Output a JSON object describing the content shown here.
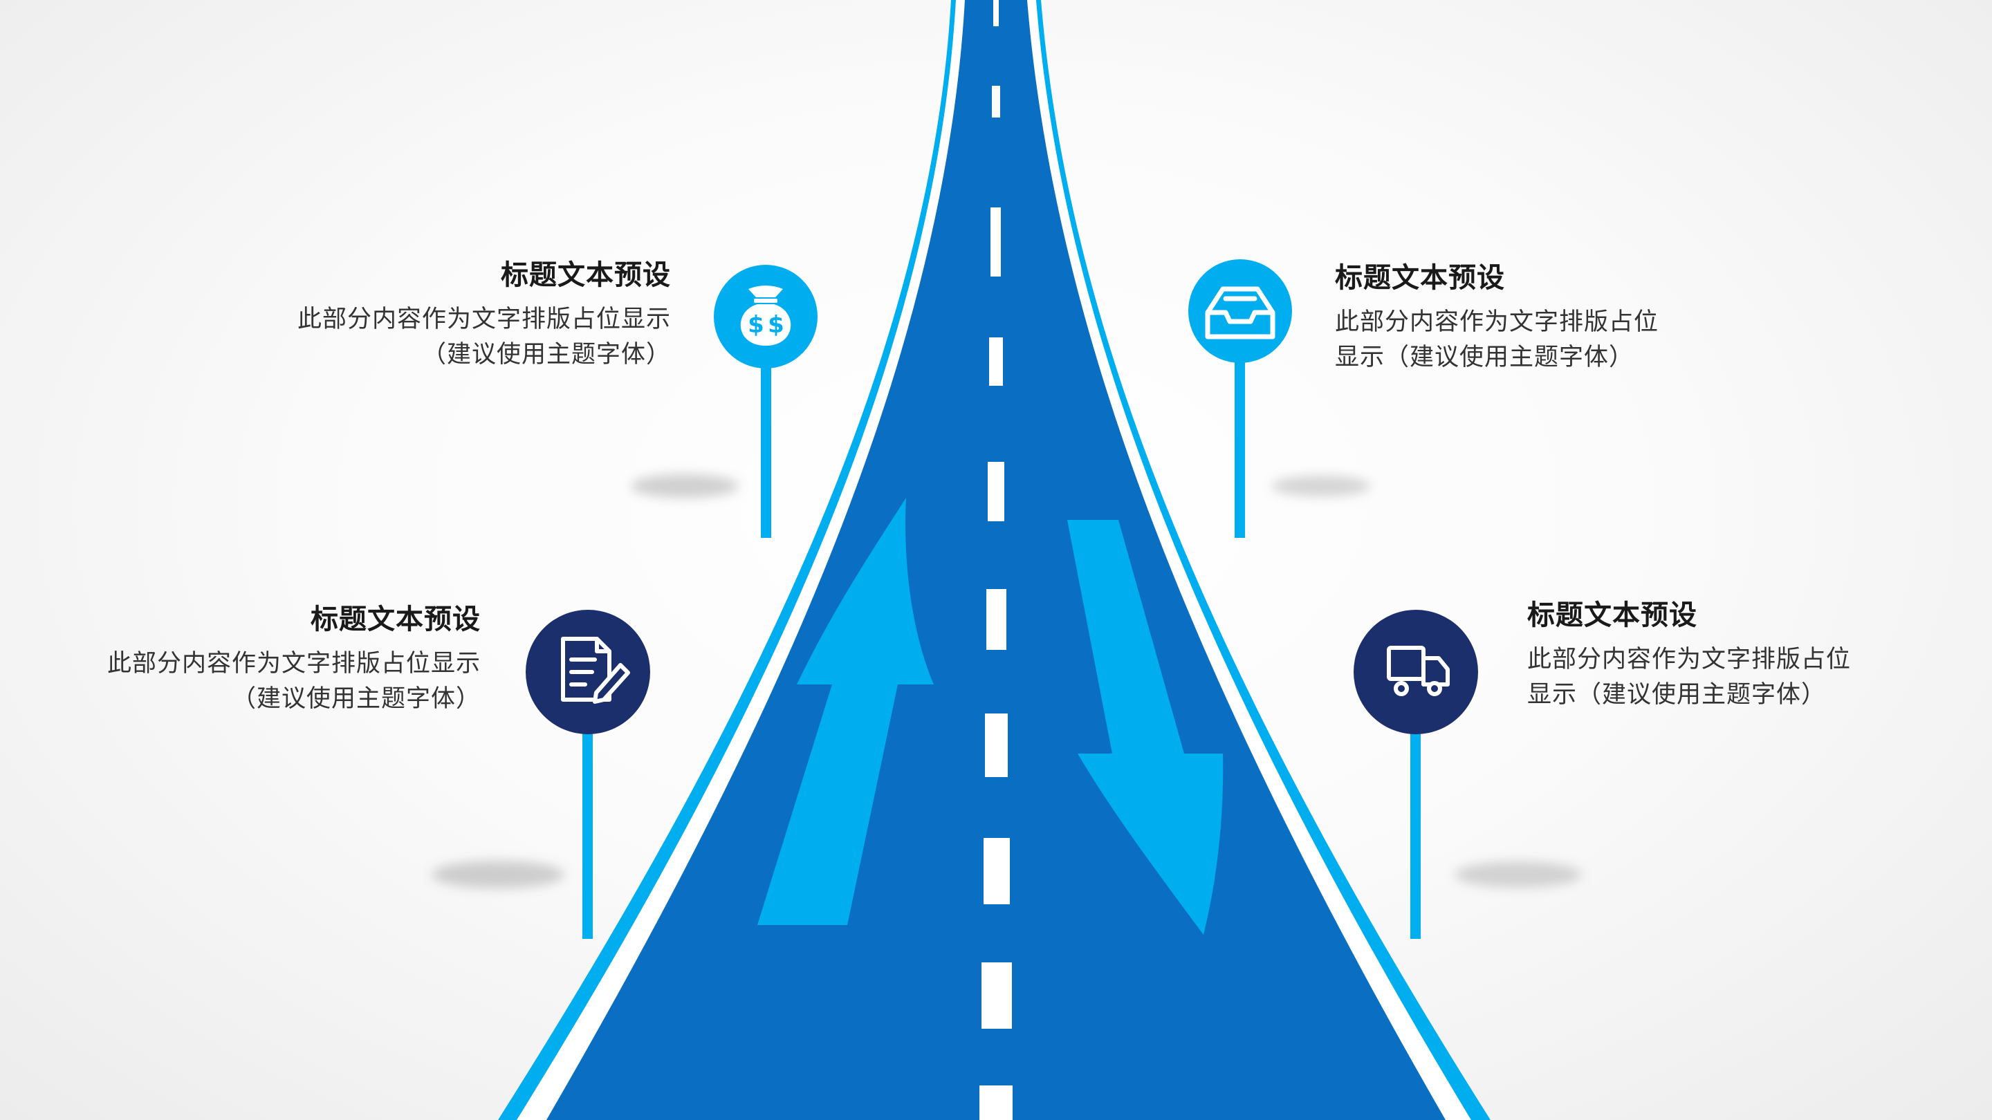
{
  "colors": {
    "road": "#0a6fc2",
    "road_edge": "#00aeef",
    "arrow": "#00aeef",
    "marker_light": "#00aeef",
    "marker_dark": "#1c2f6d",
    "icon": "#ffffff",
    "lane_line": "#ffffff"
  },
  "markers": [
    {
      "icon": "money-bag-icon",
      "style": "light",
      "title": "标题文本预设",
      "description": "此部分内容作为文字排版占位显示（建议使用主题字体）"
    },
    {
      "icon": "document-edit-icon",
      "style": "dark",
      "title": "标题文本预设",
      "description": "此部分内容作为文字排版占位显示（建议使用主题字体）"
    },
    {
      "icon": "inbox-tray-icon",
      "style": "light",
      "title": "标题文本预设",
      "description": "此部分内容作为文字排版占位显示（建议使用主题字体）"
    },
    {
      "icon": "delivery-truck-icon",
      "style": "dark",
      "title": "标题文本预设",
      "description": "此部分内容作为文字排版占位显示（建议使用主题字体）"
    }
  ]
}
